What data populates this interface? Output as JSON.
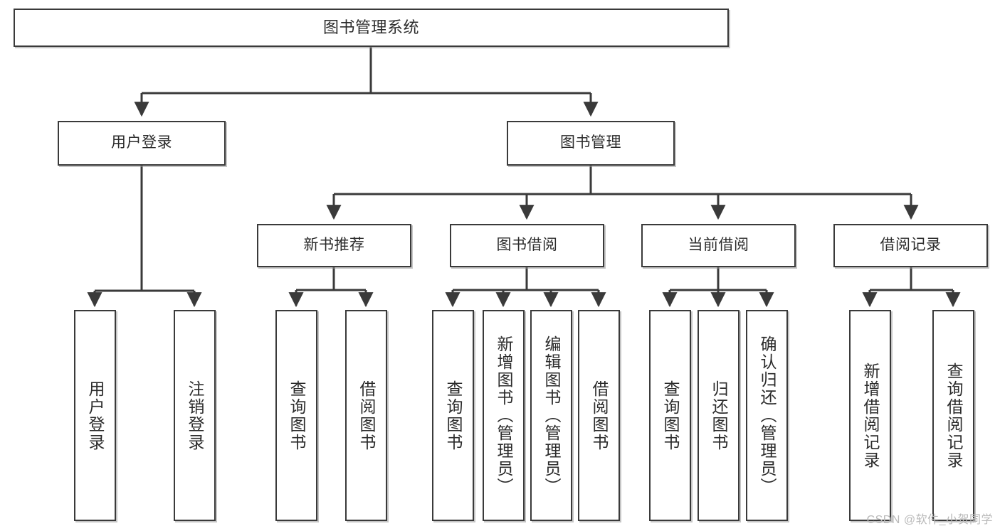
{
  "diagram": {
    "title": "图书管理系统",
    "type": "tree",
    "watermark": "CSDN @软件_小贺同学",
    "colors": {
      "box_border": "#3a3a3a",
      "box_fill": "#ffffff",
      "line": "#3a3a3a",
      "text": "#2b2b2b",
      "watermark": "#b9b9b9",
      "background": "#ffffff"
    },
    "levels": {
      "root": {
        "label": "图书管理系统"
      },
      "level2": [
        {
          "label": "用户登录"
        },
        {
          "label": "图书管理"
        }
      ],
      "level3": [
        {
          "label": "新书推荐"
        },
        {
          "label": "图书借阅"
        },
        {
          "label": "当前借阅"
        },
        {
          "label": "借阅记录"
        }
      ],
      "leaves": {
        "user_login": [
          {
            "label": "用户登录"
          },
          {
            "label": "注销登录"
          }
        ],
        "new_book_recommend": [
          {
            "label": "查询图书"
          },
          {
            "label": "借阅图书"
          }
        ],
        "book_borrow": [
          {
            "label": "查询图书"
          },
          {
            "label": "新增图书（管理员）"
          },
          {
            "label": "编辑图书（管理员）"
          },
          {
            "label": "借阅图书"
          }
        ],
        "current_borrow": [
          {
            "label": "查询图书"
          },
          {
            "label": "归还图书"
          },
          {
            "label": "确认归还（管理员）"
          }
        ],
        "borrow_record": [
          {
            "label": "新增借阅记录"
          },
          {
            "label": "查询借阅记录"
          }
        ]
      }
    },
    "edges": [
      {
        "from": "图书管理系统",
        "to": "用户登录"
      },
      {
        "from": "图书管理系统",
        "to": "图书管理"
      },
      {
        "from": "图书管理",
        "to": "新书推荐"
      },
      {
        "from": "图书管理",
        "to": "图书借阅"
      },
      {
        "from": "图书管理",
        "to": "当前借阅"
      },
      {
        "from": "图书管理",
        "to": "借阅记录"
      },
      {
        "from": "用户登录",
        "to": "用户登录"
      },
      {
        "from": "用户登录",
        "to": "注销登录"
      },
      {
        "from": "新书推荐",
        "to": "查询图书"
      },
      {
        "from": "新书推荐",
        "to": "借阅图书"
      },
      {
        "from": "图书借阅",
        "to": "查询图书"
      },
      {
        "from": "图书借阅",
        "to": "新增图书（管理员）"
      },
      {
        "from": "图书借阅",
        "to": "编辑图书（管理员）"
      },
      {
        "from": "图书借阅",
        "to": "借阅图书"
      },
      {
        "from": "当前借阅",
        "to": "查询图书"
      },
      {
        "from": "当前借阅",
        "to": "归还图书"
      },
      {
        "from": "当前借阅",
        "to": "确认归还（管理员）"
      },
      {
        "from": "借阅记录",
        "to": "新增借阅记录"
      },
      {
        "from": "借阅记录",
        "to": "查询借阅记录"
      }
    ]
  }
}
